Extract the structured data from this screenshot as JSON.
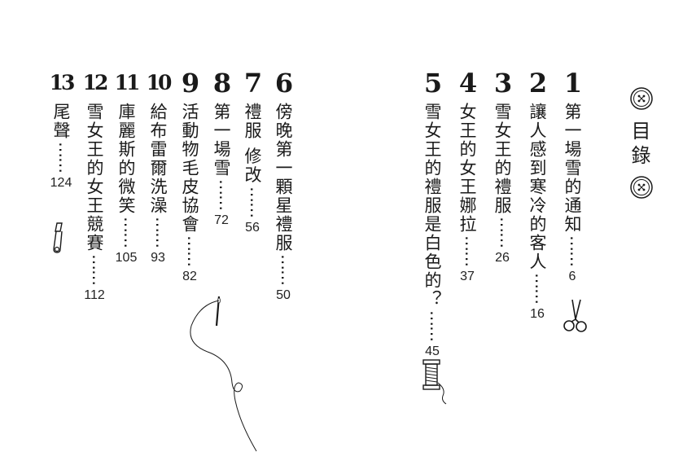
{
  "toc": {
    "title": "目錄",
    "chapters": [
      {
        "number": "1",
        "title": "第一場雪的通知",
        "page": "6"
      },
      {
        "number": "2",
        "title": "讓人感到寒冷的客人",
        "page": "16"
      },
      {
        "number": "3",
        "title": "雪女王的禮服",
        "page": "26"
      },
      {
        "number": "4",
        "title": "女王的女王娜拉",
        "page": "37"
      },
      {
        "number": "5",
        "title": "雪女王的禮服是白色的？",
        "page": "45"
      },
      {
        "number": "6",
        "title": "傍晚第一顆星禮服",
        "page": "50"
      },
      {
        "number": "7",
        "title": "禮服 修改",
        "page": "56"
      },
      {
        "number": "8",
        "title": "第一場雪",
        "page": "72"
      },
      {
        "number": "9",
        "title": "活動物毛皮協會",
        "page": "82"
      },
      {
        "number": "10",
        "title": "給布雷爾洗澡",
        "page": "93"
      },
      {
        "number": "11",
        "title": "庫麗斯的微笑",
        "page": "105"
      },
      {
        "number": "12",
        "title": "雪女王的女王競賽",
        "page": "112"
      },
      {
        "number": "13",
        "title": "尾聲",
        "page": "124"
      }
    ]
  },
  "decorations": [
    "button-icon",
    "scissors-icon",
    "safety-pin-icon",
    "thread-spool-icon",
    "needle-thread-icon"
  ]
}
